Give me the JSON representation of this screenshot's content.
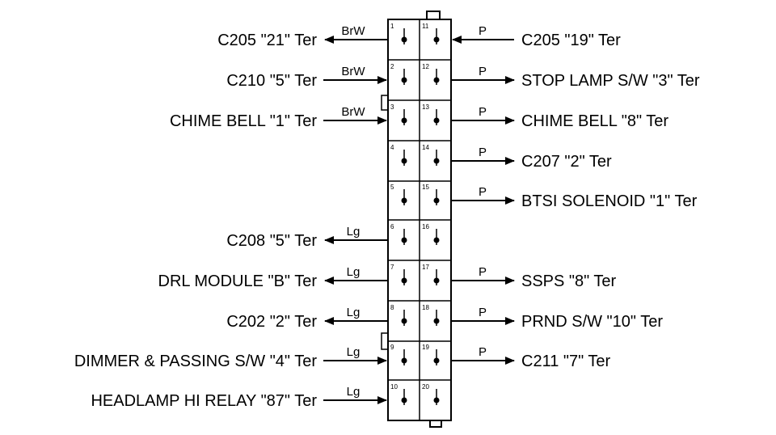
{
  "connector": {
    "left_pins": [
      "1",
      "2",
      "3",
      "4",
      "5",
      "6",
      "7",
      "8",
      "9",
      "10"
    ],
    "right_pins": [
      "11",
      "12",
      "13",
      "14",
      "15",
      "16",
      "17",
      "18",
      "19",
      "20"
    ]
  },
  "left_circuits": [
    {
      "pin": "1",
      "label": "C205 \"21\" Ter",
      "wire": "BrW",
      "direction": "out"
    },
    {
      "pin": "2",
      "label": "C210 \"5\" Ter",
      "wire": "BrW",
      "direction": "in"
    },
    {
      "pin": "3",
      "label": "CHIME BELL \"1\" Ter",
      "wire": "BrW",
      "direction": "in"
    },
    {
      "pin": "6",
      "label": "C208 \"5\" Ter",
      "wire": "Lg",
      "direction": "out"
    },
    {
      "pin": "7",
      "label": "DRL MODULE \"B\" Ter",
      "wire": "Lg",
      "direction": "out"
    },
    {
      "pin": "8",
      "label": "C202 \"2\" Ter",
      "wire": "Lg",
      "direction": "out"
    },
    {
      "pin": "9",
      "label": "DIMMER & PASSING S/W \"4\" Ter",
      "wire": "Lg",
      "direction": "in"
    },
    {
      "pin": "10",
      "label": "HEADLAMP HI RELAY \"87\" Ter",
      "wire": "Lg",
      "direction": "in"
    }
  ],
  "right_circuits": [
    {
      "pin": "11",
      "label": "C205 \"19\" Ter",
      "wire": "P",
      "direction": "in"
    },
    {
      "pin": "12",
      "label": "STOP LAMP S/W \"3\" Ter",
      "wire": "P",
      "direction": "out"
    },
    {
      "pin": "13",
      "label": "CHIME BELL \"8\" Ter",
      "wire": "P",
      "direction": "out"
    },
    {
      "pin": "14",
      "label": "C207 \"2\" Ter",
      "wire": "P",
      "direction": "out"
    },
    {
      "pin": "15",
      "label": "BTSI SOLENOID \"1\" Ter",
      "wire": "P",
      "direction": "out"
    },
    {
      "pin": "17",
      "label": "SSPS \"8\" Ter",
      "wire": "P",
      "direction": "out"
    },
    {
      "pin": "18",
      "label": "PRND S/W \"10\" Ter",
      "wire": "P",
      "direction": "out"
    },
    {
      "pin": "19",
      "label": "C211 \"7\" Ter",
      "wire": "P",
      "direction": "out"
    }
  ]
}
